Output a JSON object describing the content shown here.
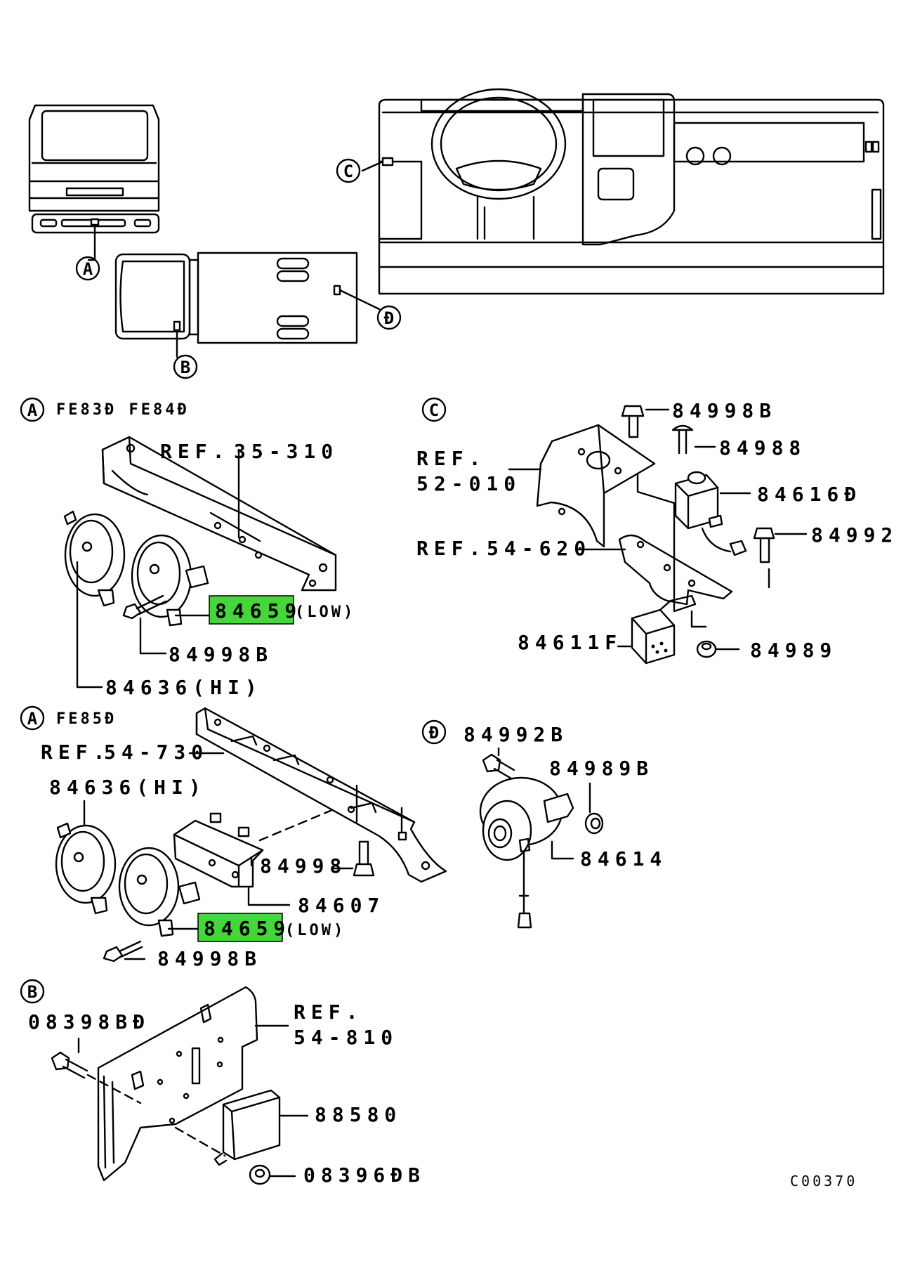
{
  "diagram_code": "C00370",
  "locators": {
    "A": "A",
    "B": "B",
    "C": "C",
    "D": "Đ"
  },
  "colors": {
    "highlight": "#44d63a",
    "line": "#000000",
    "background": "#ffffff"
  },
  "sections": {
    "a1": {
      "marker": "A",
      "title": "FE83Đ FE84Đ",
      "ref": "REF.",
      "ref_no": "35-310",
      "part_low": "84659",
      "low_suffix": "(LOW)",
      "bolt": "84998B",
      "hi_horn": "84636(HI)"
    },
    "a2": {
      "marker": "A",
      "title": "FE85Đ",
      "ref": "REF.",
      "ref_no": "54-730",
      "hi_horn": "84636(HI)",
      "bracket_bolt": "84998",
      "bracket": "84607",
      "part_low": "84659",
      "low_suffix": "(LOW)",
      "bolt": "84998B"
    },
    "b": {
      "marker": "B",
      "bolt": "08398BĐ",
      "ref": "REF.",
      "ref_no": "54-810",
      "module": "88580",
      "nut": "08396ĐB"
    },
    "c": {
      "marker": "C",
      "ref1": "REF.",
      "ref1_no": "52-010",
      "ref2": "REF.",
      "ref2_no": "54-620",
      "bolt1": "84998B",
      "screw": "84988",
      "relay": "84616Đ",
      "bolt2": "84992",
      "flasher": "84611F",
      "nut": "84989"
    },
    "d": {
      "marker": "Đ",
      "bolt": "84992B",
      "nut": "84989B",
      "buzzer": "84614"
    }
  }
}
